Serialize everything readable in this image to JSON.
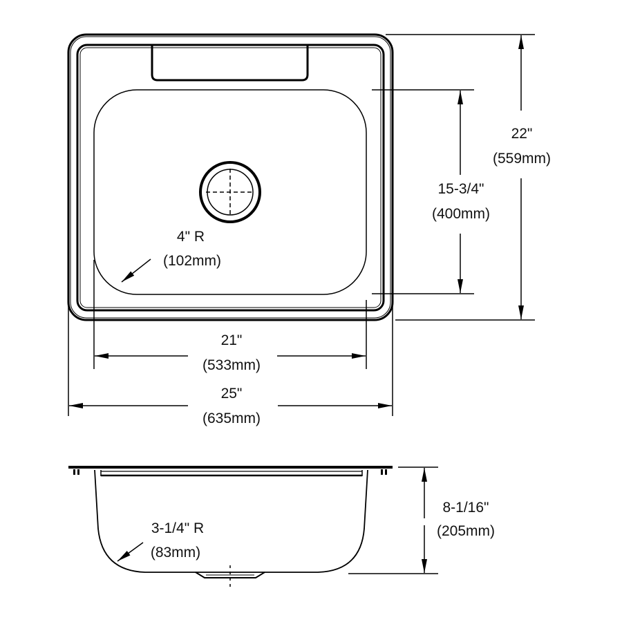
{
  "drawing": {
    "colors": {
      "line": "#000000",
      "background": "#ffffff"
    },
    "top_view": {
      "overall_height": {
        "imperial": "22\"",
        "metric": "(559mm)"
      },
      "bowl_length": {
        "imperial": "15-3/4\"",
        "metric": "(400mm)"
      },
      "corner_radius": {
        "imperial": "4\" R",
        "metric": "(102mm)"
      },
      "bowl_width": {
        "imperial": "21\"",
        "metric": "(533mm)"
      },
      "overall_width": {
        "imperial": "25\"",
        "metric": "(635mm)"
      }
    },
    "side_view": {
      "bowl_depth": {
        "imperial": "8-1/16\"",
        "metric": "(205mm)"
      },
      "bottom_radius": {
        "imperial": "3-1/4\" R",
        "metric": "(83mm)"
      }
    }
  }
}
